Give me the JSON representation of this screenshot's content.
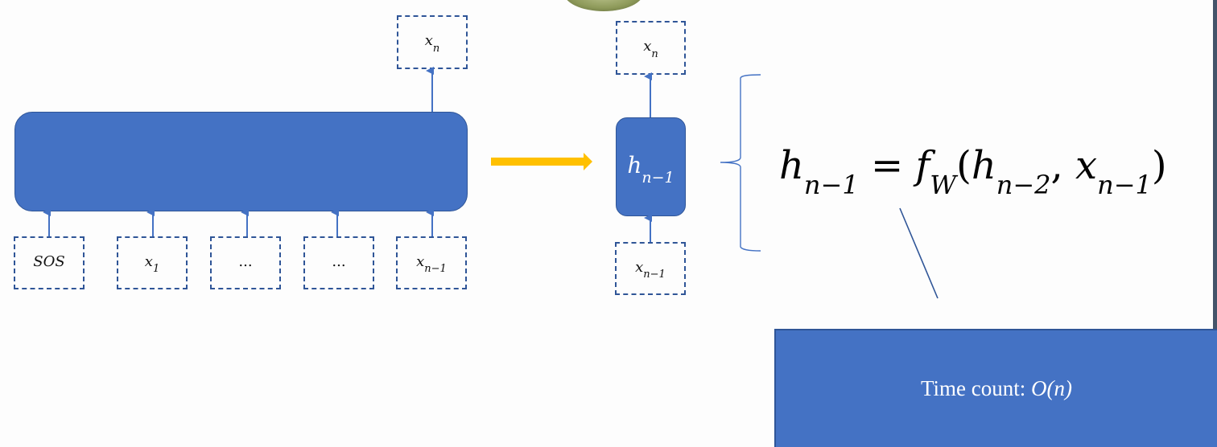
{
  "diagram": {
    "title": "Transformer-style decoding vs RNN recurrence",
    "left_model": {
      "output_token": {
        "base": "x",
        "sub": "n"
      },
      "input_tokens": [
        {
          "base": "SOS",
          "sub": ""
        },
        {
          "base": "x",
          "sub": "1"
        },
        {
          "base": "...",
          "sub": ""
        },
        {
          "base": "...",
          "sub": ""
        },
        {
          "base": "x",
          "sub": "n−1"
        }
      ]
    },
    "transition_arrow": {
      "color": "#ffc000"
    },
    "rnn_cell": {
      "hidden_state": {
        "base": "h",
        "sub": "n−1"
      },
      "output_token": {
        "base": "x",
        "sub": "n"
      },
      "input_token": {
        "base": "x",
        "sub": "n−1"
      }
    },
    "equation": {
      "lhs_base": "h",
      "lhs_sub": "n−1",
      "equals": " = ",
      "func_base": "f",
      "func_sub": "W",
      "open": "(",
      "arg1_base": "h",
      "arg1_sub": "n−2",
      "comma": ", ",
      "arg2_base": "x",
      "arg2_sub": "n−1",
      "close": ")"
    },
    "result": {
      "label": "Time count: ",
      "complexity": "O(n)"
    },
    "colors": {
      "block_fill": "#4472c4",
      "block_border": "#2f5597",
      "arrow_blue": "#4472c4",
      "highlight_arrow": "#ffc000",
      "edge_bar": "#44546a"
    }
  }
}
